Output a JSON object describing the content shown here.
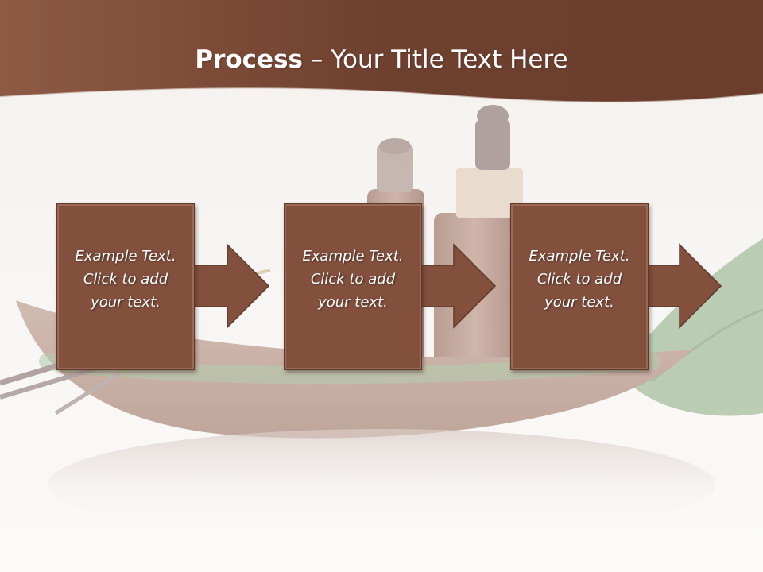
{
  "slide": {
    "title_bold": "Process",
    "title_rest": " – Your Title Text Here"
  },
  "steps": [
    {
      "text": "Example Text.\nClick  to add\nyour text."
    },
    {
      "text": "Example Text.\nClick  to add\nyour text."
    },
    {
      "text": "Example Text.\nClick  to add\nyour text."
    }
  ],
  "colors": {
    "header_brown": "#7a4a35",
    "box_brown": "#82503d",
    "background": "#faf8f6"
  }
}
